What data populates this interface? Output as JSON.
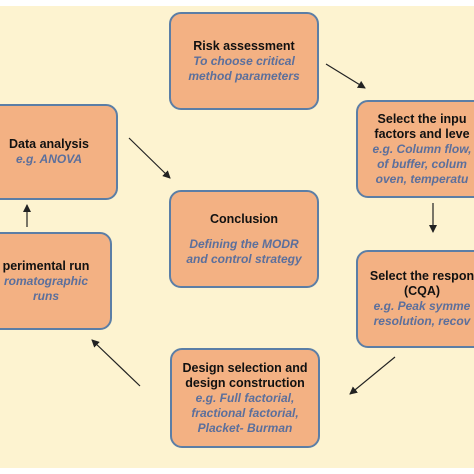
{
  "nodes": {
    "risk": {
      "title": "Risk assessment",
      "sub1": "To choose critical",
      "sub2": "method parameters"
    },
    "select_input": {
      "title1": "Select the inpu",
      "title2": "factors and leve",
      "sub1": "e.g. Column flow,",
      "sub2": "of buffer, colum",
      "sub3": "oven, temperatu"
    },
    "select_response": {
      "title1": "Select the respon",
      "title2": "(CQA)",
      "sub1": "e.g. Peak symme",
      "sub2": "resolution, recov"
    },
    "design": {
      "title1": "Design selection and",
      "title2": "design construction",
      "sub1": "e.g. Full factorial,",
      "sub2": "fractional factorial,",
      "sub3": "Placket- Burman"
    },
    "experimental": {
      "title": "perimental run",
      "sub1": "romatographic",
      "sub2": "runs"
    },
    "data_analysis": {
      "title": "Data analysis",
      "sub": "e.g. ANOVA"
    },
    "conclusion": {
      "title": "Conclusion",
      "sub1": "Defining the MODR",
      "sub2": "and control strategy"
    }
  },
  "colors": {
    "background": "#fdf3d0",
    "box_fill": "#f3b183",
    "box_border": "#5b7ea6",
    "sub_text": "#5b6f9c",
    "arrow": "#222222"
  }
}
